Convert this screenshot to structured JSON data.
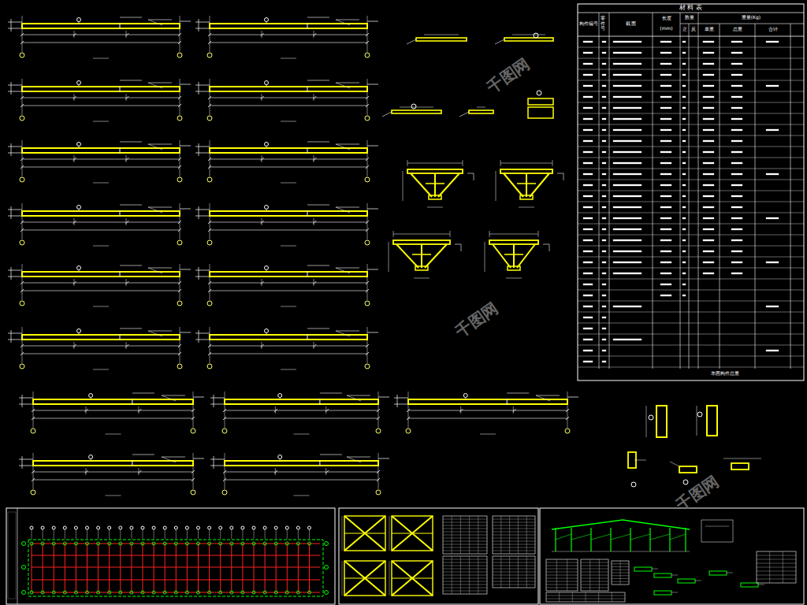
{
  "diagram": {
    "labels": [
      "材 料 表",
      "构件编号",
      "零件号",
      "截 面",
      "长度",
      "(mm)",
      "数量",
      "正",
      "反",
      "重量(Kg)",
      "单重",
      "总重",
      "合计",
      "本图构件总重",
      "千图网",
      "千图网",
      "千图网"
    ]
  }
}
